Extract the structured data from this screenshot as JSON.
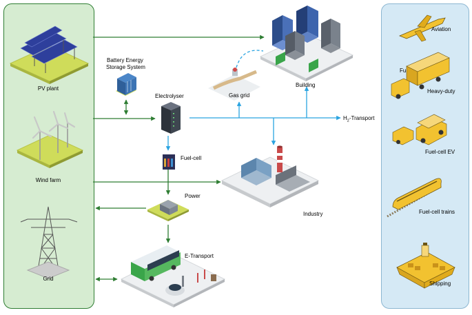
{
  "labels": {
    "pv_plant": "PV plant",
    "wind_farm": "Wind farm",
    "grid": "Grid",
    "battery_line1": "Battery Energy",
    "battery_line2": "Storage System",
    "electrolyser": "Electrolyser",
    "fuel_cell": "Fuel-cell",
    "power": "Power",
    "e_transport": "E-Transport",
    "gas_grid": "Gas grid",
    "building": "Building",
    "industry": "Industry",
    "h2_transport_h": "H",
    "h2_transport_sub": "2",
    "h2_transport_rest": "-Transport",
    "aviation": "Aviation",
    "heavy_duty_prefix": "Fu",
    "heavy_duty": "Heavy-duty",
    "fuel_cell_ev": "Fuel-cell EV",
    "fuel_cell_trains": "Fuel-cell trains",
    "shipping": "Shipping"
  },
  "colors": {
    "green_arrow": "#2e7d32",
    "blue_arrow": "#29a3e0",
    "left_panel_fill": "#d6ecd1",
    "right_panel_fill": "#d5e9f5"
  }
}
